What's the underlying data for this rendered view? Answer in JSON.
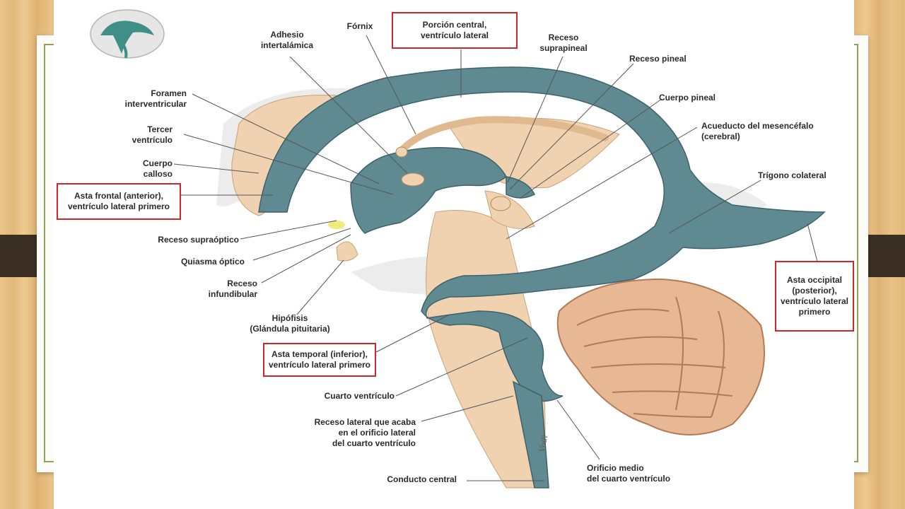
{
  "labels": {
    "adhesio": "Adhesio\nintertalámica",
    "fornix": "Fórnix",
    "receso_suprapineal": "Receso\nsuprapineal",
    "receso_pineal": "Receso pineal",
    "cuerpo_pineal": "Cuerpo pineal",
    "acueducto": "Acueducto del mesencéfalo\n(cerebral)",
    "trigono": "Trígono colateral",
    "foramen": "Foramen\ninterventricular",
    "tercer_ventriculo": "Tercer\nventrículo",
    "cuerpo_calloso": "Cuerpo\ncalloso",
    "receso_supraoptico": "Receso supraóptico",
    "quiasma": "Quiasma óptico",
    "receso_infundibular": "Receso\ninfundibular",
    "hipofisis": "Hipófisis\n(Glándula pituitaria)",
    "cuarto_ventriculo": "Cuarto ventrículo",
    "receso_lateral": "Receso lateral que acaba\nen el orificio lateral\ndel cuarto ventrículo",
    "conducto_central": "Conducto central",
    "orificio_medio": "Orificio medio\ndel cuarto ventrículo"
  },
  "highlighted": {
    "porcion_central": "Porción central,\nventrículo lateral",
    "asta_frontal": "Asta frontal (anterior),\nventrículo lateral primero",
    "asta_temporal": "Asta temporal (inferior),\nventrículo lateral primero",
    "asta_occipital": "Asta occipital\n(posterior),\nventrículo lateral\nprimero"
  },
  "signature": "Vodl",
  "colors": {
    "ventricle": "#5f8a92",
    "tissue": "#f0d2b0",
    "highlight_border": "#d1242a",
    "frame": "#8fa35a"
  }
}
